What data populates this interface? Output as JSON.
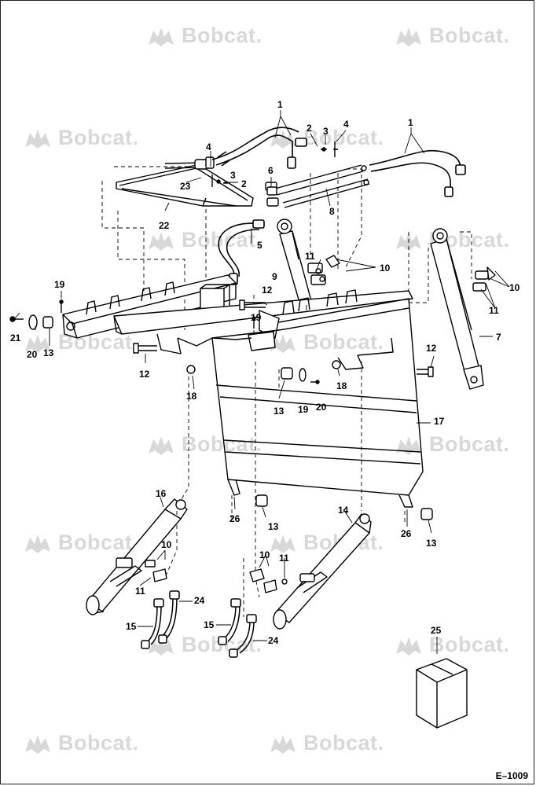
{
  "watermark_text": "Bobcat.",
  "diagram_code": "E–1009",
  "callouts": {
    "c1a": "1",
    "c1b": "1",
    "c2a": "2",
    "c2b": "2",
    "c3a": "3",
    "c3b": "3",
    "c4a": "4",
    "c4b": "4",
    "c5": "5",
    "c6": "6",
    "c7": "7",
    "c8": "8",
    "c9": "9",
    "c10a": "10",
    "c10b": "10",
    "c10c": "10",
    "c10d": "10",
    "c11a": "11",
    "c11b": "11",
    "c11c": "11",
    "c11d": "11",
    "c12a": "12",
    "c12b": "12",
    "c12c": "12",
    "c13a": "13",
    "c13b": "13",
    "c13c": "13",
    "c13d": "13",
    "c14": "14",
    "c15a": "15",
    "c15b": "15",
    "c16": "16",
    "c17": "17",
    "c18a": "18",
    "c18b": "18",
    "c19a": "19",
    "c19b": "19",
    "c19c": "19",
    "c20a": "20",
    "c20b": "20",
    "c21": "21",
    "c22": "22",
    "c23": "23",
    "c24a": "24",
    "c24b": "24",
    "c25": "25",
    "c26a": "26",
    "c26b": "26"
  }
}
